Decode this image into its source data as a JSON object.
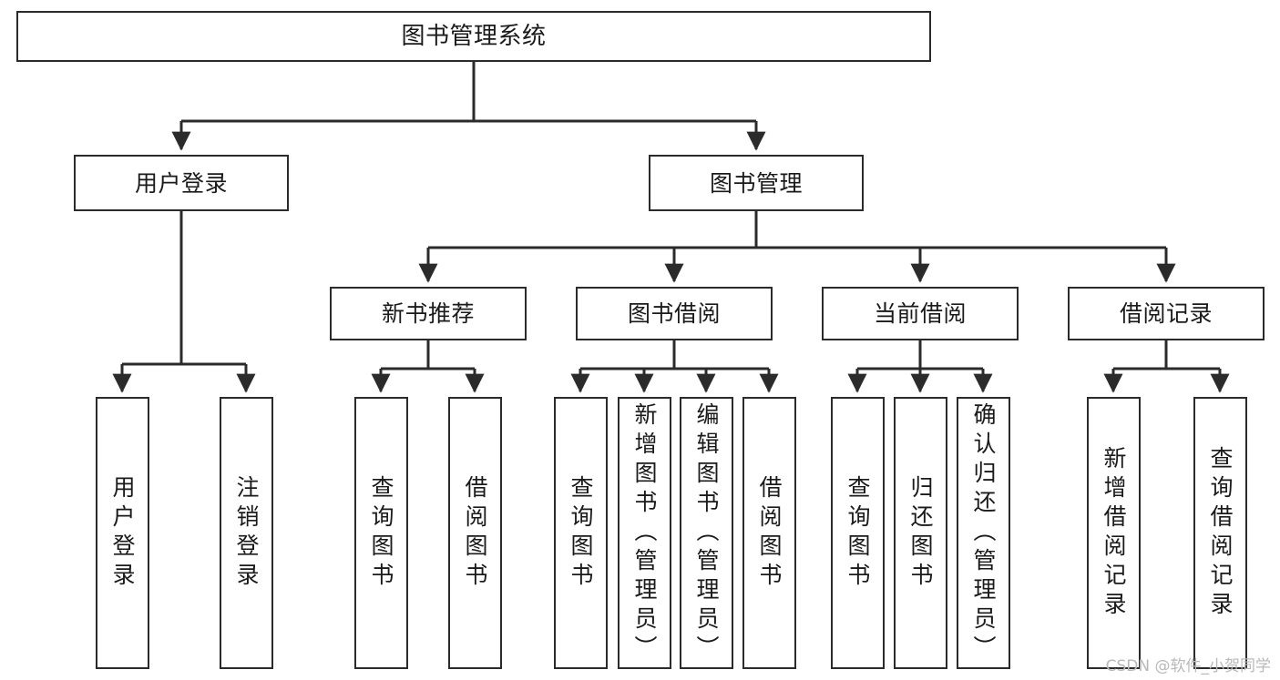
{
  "diagram": {
    "type": "tree",
    "title": "图书管理系统",
    "orientation": "top-down",
    "colors": {
      "node_border": "#2b2b2b",
      "node_fill": "#ffffff",
      "edge": "#2b2b2b",
      "text": "#1a1a1a",
      "watermark": "#b9b9b9",
      "background": "#ffffff"
    },
    "nodes": {
      "root": {
        "label": "图书管理系统"
      },
      "level2": [
        {
          "id": "user-login",
          "label": "用户登录"
        },
        {
          "id": "book-management",
          "label": "图书管理"
        }
      ],
      "level3": [
        {
          "id": "new-book-recommend",
          "label": "新书推荐"
        },
        {
          "id": "book-borrow",
          "label": "图书借阅"
        },
        {
          "id": "current-borrow",
          "label": "当前借阅"
        },
        {
          "id": "borrow-record",
          "label": "借阅记录"
        }
      ],
      "leaves": {
        "user-login": [
          {
            "id": "leaf-user-login",
            "label": "用户登录"
          },
          {
            "id": "leaf-user-logout",
            "label": "注销登录"
          }
        ],
        "new-book-recommend": [
          {
            "id": "leaf-query-book-1",
            "label": "查询图书"
          },
          {
            "id": "leaf-borrow-book-1",
            "label": "借阅图书"
          }
        ],
        "book-borrow": [
          {
            "id": "leaf-query-book-2",
            "label": "查询图书"
          },
          {
            "id": "leaf-add-book",
            "label": "新增图书（管理员）"
          },
          {
            "id": "leaf-edit-book",
            "label": "编辑图书（管理员）"
          },
          {
            "id": "leaf-borrow-book-2",
            "label": "借阅图书"
          }
        ],
        "current-borrow": [
          {
            "id": "leaf-query-book-3",
            "label": "查询图书"
          },
          {
            "id": "leaf-return-book",
            "label": "归还图书"
          },
          {
            "id": "leaf-confirm-return",
            "label": "确认归还（管理员）"
          }
        ],
        "borrow-record": [
          {
            "id": "leaf-add-record",
            "label": "新增借阅记录"
          },
          {
            "id": "leaf-query-record",
            "label": "查询借阅记录"
          }
        ]
      }
    },
    "watermark": "CSDN @软件_小贺同学"
  }
}
